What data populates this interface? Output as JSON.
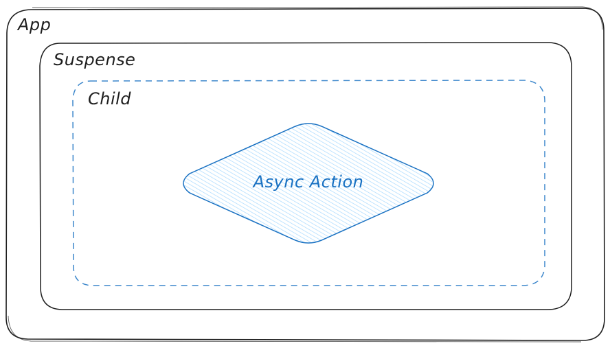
{
  "diagram": {
    "type": "nested-boxes",
    "colors": {
      "stroke_dark": "#1e1e1e",
      "stroke_blue": "#1971c2",
      "hatch_fill": "#a5d8ff",
      "background": "#ffffff"
    },
    "boxes": [
      {
        "id": "app",
        "label": "App",
        "style": "solid"
      },
      {
        "id": "suspense",
        "label": "Suspense",
        "style": "solid"
      },
      {
        "id": "child",
        "label": "Child",
        "style": "dashed"
      }
    ],
    "diamond": {
      "label": "Async Action",
      "fill": "hatched"
    }
  }
}
